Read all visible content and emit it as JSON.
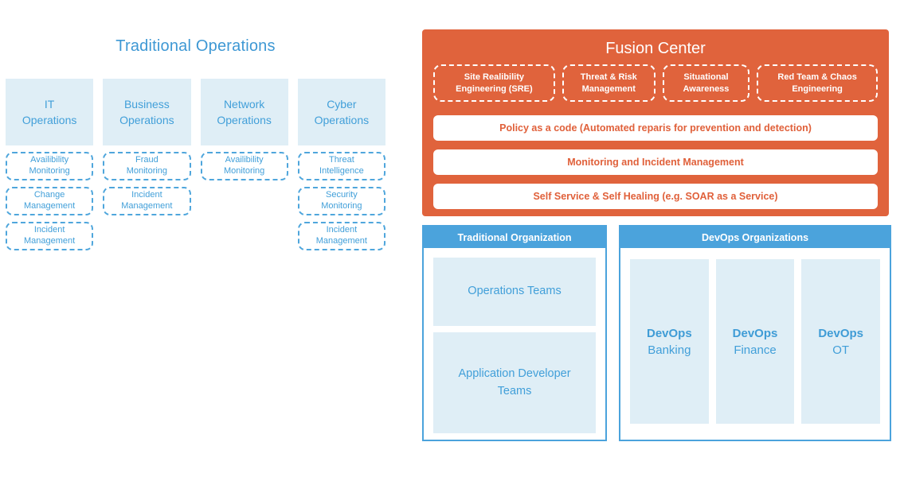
{
  "colors": {
    "accent_orange": "#e0633c",
    "accent_blue": "#4ba3dc",
    "light_blue_fill": "#dfeef6",
    "blue_text": "#419fd9"
  },
  "traditional_operations": {
    "title": "Traditional Operations",
    "columns": [
      {
        "label": "IT\nOperations",
        "items": [
          "Availibility\nMonitoring",
          "Change\nManagement",
          "Incident\nManagement"
        ]
      },
      {
        "label": "Business\nOperations",
        "items": [
          "Fraud\nMonitoring",
          "Incident\nManagement"
        ]
      },
      {
        "label": "Network\nOperations",
        "items": [
          "Availibility\nMonitoring"
        ]
      },
      {
        "label": "Cyber\nOperations",
        "items": [
          "Threat\nIntelligence",
          "Security\nMonitoring",
          "Incident\nManagement"
        ]
      }
    ]
  },
  "fusion_center": {
    "title": "Fusion Center",
    "capabilities": [
      "Site Realibility\nEngineering (SRE)",
      "Threat & Risk\nManagement",
      "Situational\nAwareness",
      "Red Team & Chaos\nEngineering"
    ],
    "services": [
      "Policy as a code (Automated reparis for prevention and detection)",
      "Monitoring and Incident Management",
      "Self Service & Self Healing (e.g. SOAR as a Service)"
    ]
  },
  "traditional_organization": {
    "title": "Traditional Organization",
    "teams": [
      "Operations Teams",
      "Application Developer\nTeams"
    ]
  },
  "devops_organizations": {
    "title": "DevOps Organizations",
    "teams": [
      {
        "name": "DevOps",
        "domain": "Banking"
      },
      {
        "name": "DevOps",
        "domain": "Finance"
      },
      {
        "name": "DevOps",
        "domain": "OT"
      }
    ]
  }
}
